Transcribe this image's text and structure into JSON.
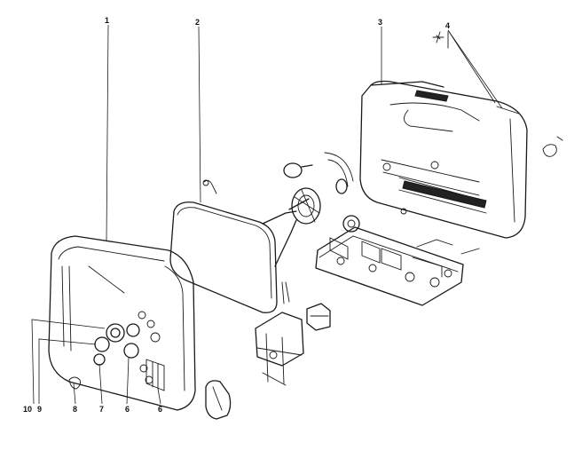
{
  "callouts": [
    {
      "id": "1",
      "text": "1"
    },
    {
      "id": "2",
      "text": "2"
    },
    {
      "id": "3",
      "text": "3"
    },
    {
      "id": "4",
      "text": "4"
    },
    {
      "id": "10",
      "text": "10"
    },
    {
      "id": "9",
      "text": "9"
    },
    {
      "id": "8",
      "text": "8"
    },
    {
      "id": "7",
      "text": "7"
    },
    {
      "id": "6a",
      "text": "6"
    },
    {
      "id": "6b",
      "text": "6"
    }
  ],
  "colors": {
    "ink": "#1a1a1a",
    "paper": "#ffffff"
  }
}
